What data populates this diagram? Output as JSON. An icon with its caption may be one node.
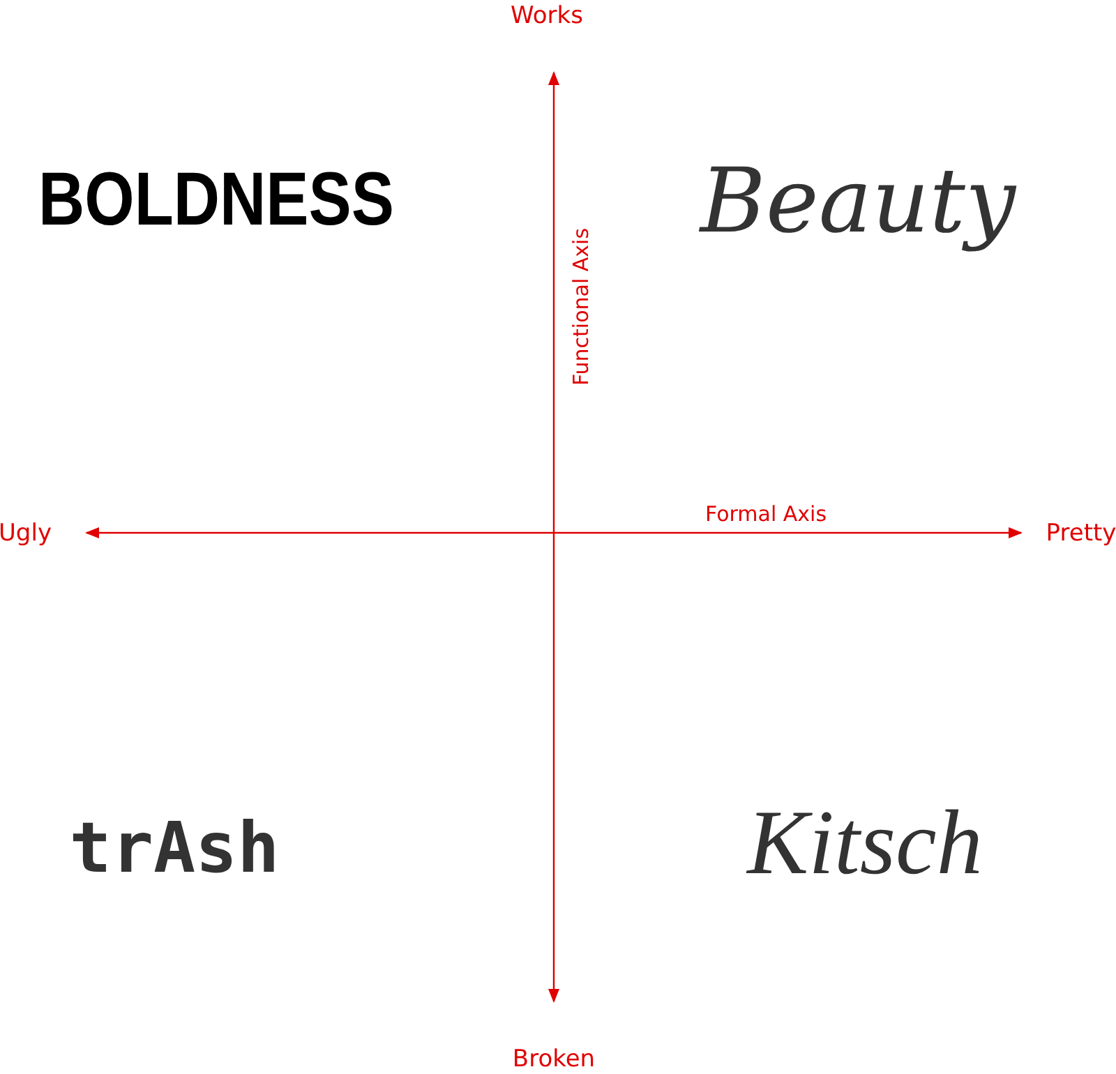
{
  "diagram": {
    "labels": [
      "Works",
      "BOLDNESS",
      "Beauty",
      "Functional Axis",
      "Ugly",
      "Formal Axis",
      "Pretty",
      "trAsh",
      "Kitsch",
      "Broken"
    ]
  }
}
